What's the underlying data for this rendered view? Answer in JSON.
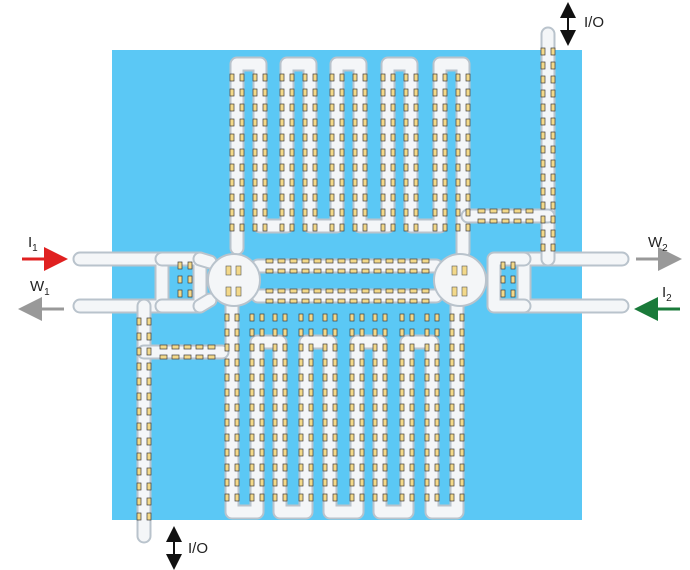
{
  "labels": {
    "io_top": "I/O",
    "io_bottom": "I/O",
    "i1": "I",
    "i1_sub": "1",
    "w1": "W",
    "w1_sub": "1",
    "w2": "W",
    "w2_sub": "2",
    "i2": "I",
    "i2_sub": "2"
  },
  "colors": {
    "chip": "#5bc8f5",
    "channel": "#f4f6f8",
    "channel_edge": "#b9c3cc",
    "element": "#f3d98a",
    "arrow_input_1": "#e02020",
    "arrow_input_2": "#1a7a3a",
    "arrow_output": "#999999",
    "arrow_io": "#111111"
  },
  "icons": {
    "io": "double-headed-arrow",
    "input": "arrow",
    "output": "arrow"
  }
}
